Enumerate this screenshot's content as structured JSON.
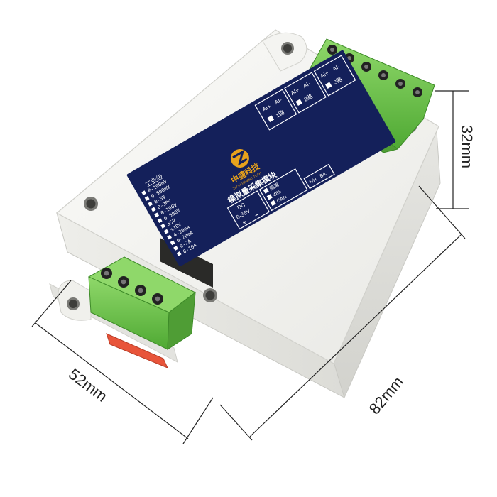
{
  "product": {
    "brand_cn": "中盛科技",
    "brand_en": "ZHONGSHENG TECH",
    "title_cn": "模拟量采集模块",
    "grade": "工业级",
    "ranges": [
      "0-100mV",
      "0-500mV",
      "0-5V",
      "0-30V",
      "0-100V",
      "0-500V",
      "±5V",
      "±10V",
      "4-20mA",
      "0-20mA",
      "0-2A",
      "0-10A"
    ],
    "channels": [
      {
        "pos": "AI+",
        "neg": "AI-",
        "label": "1路"
      },
      {
        "pos": "AI+",
        "neg": "AI-",
        "label": "2路"
      },
      {
        "pos": "AI+",
        "neg": "AI-",
        "label": "3路"
      }
    ],
    "power": {
      "type": "DC",
      "voltage": "6-36V",
      "plus": "+",
      "minus": "−"
    },
    "options": [
      "隔离",
      "485",
      "CAN"
    ],
    "comm_pins": [
      "A/H",
      "B/L"
    ]
  },
  "dimensions": {
    "height": "32mm",
    "width": "52mm",
    "length": "82mm"
  },
  "colors": {
    "label_bg": "#14205a",
    "terminal_green": "#6cc24a",
    "housing": "#f2f2ef",
    "dim_line": "#222222"
  }
}
